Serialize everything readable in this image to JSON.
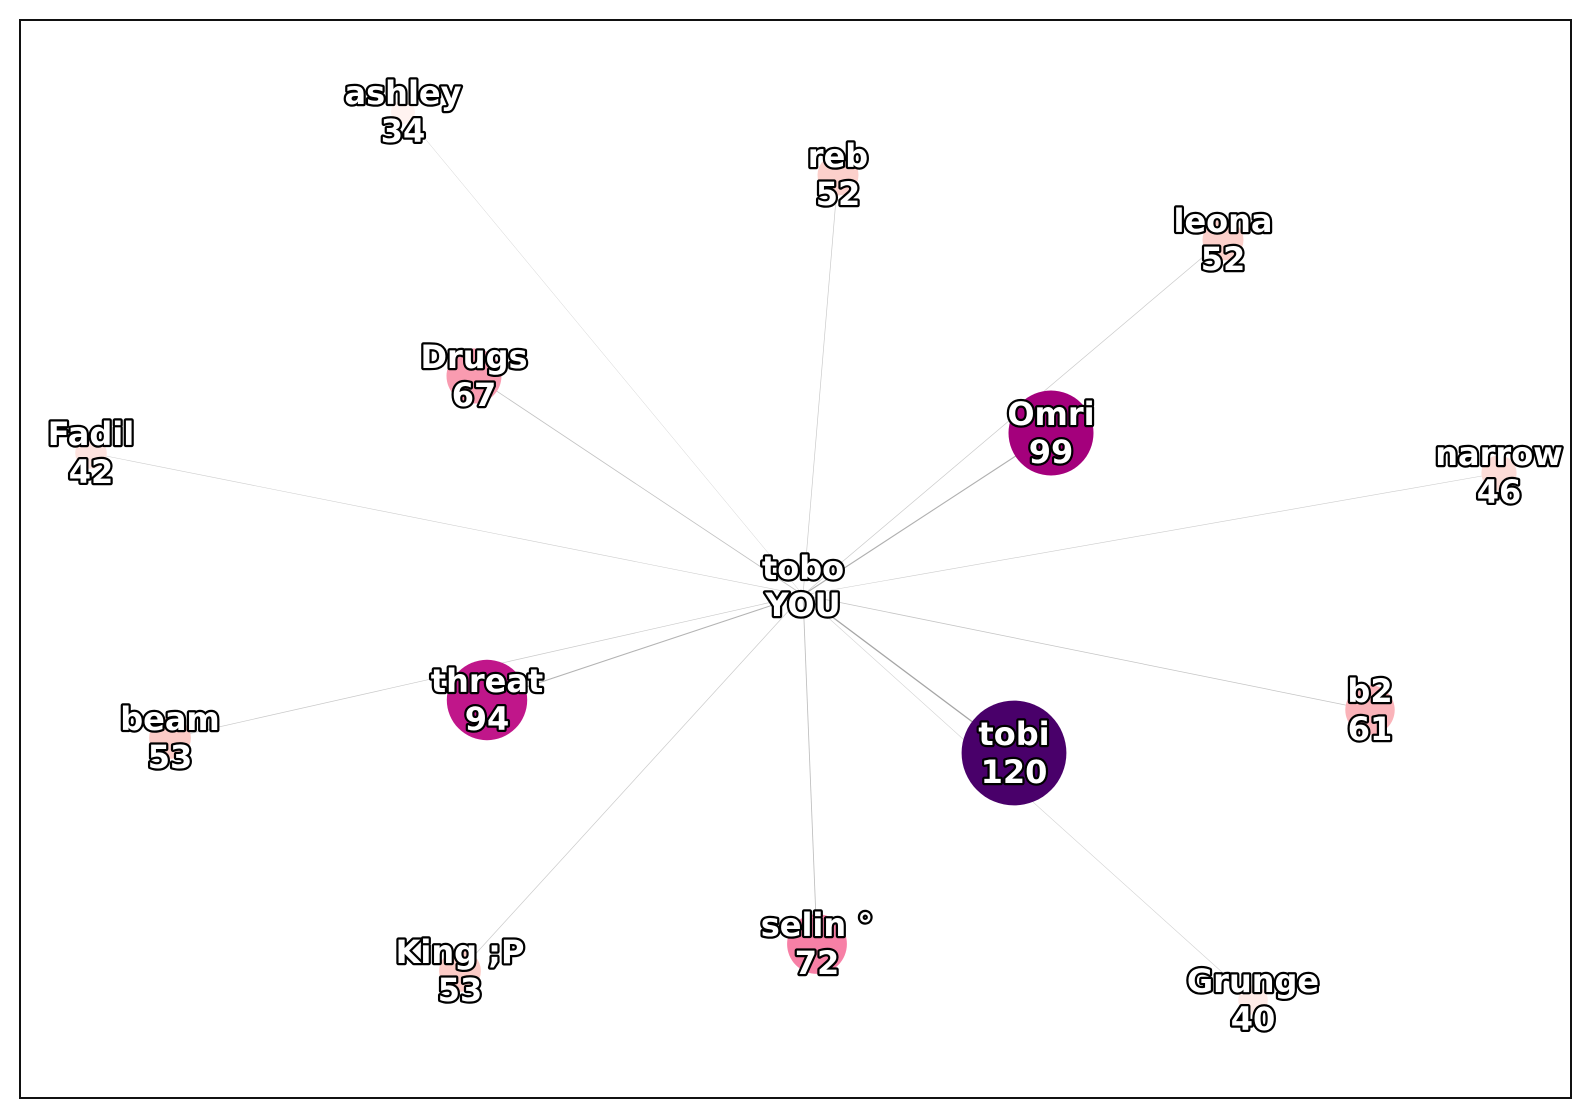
{
  "center": {
    "name": "tobo",
    "tag": "YOU"
  },
  "nodes": [
    {
      "name": "ashley",
      "value": 34,
      "color": "#fff3f0"
    },
    {
      "name": "reb",
      "value": 52,
      "color": "#fcd0cb"
    },
    {
      "name": "leona",
      "value": 52,
      "color": "#fcd0cb"
    },
    {
      "name": "Drugs",
      "value": 67,
      "color": "#f99bb0"
    },
    {
      "name": "Omri",
      "value": 99,
      "color": "#a4007c"
    },
    {
      "name": "Fadil",
      "value": 42,
      "color": "#fde3df"
    },
    {
      "name": "narrow",
      "value": 46,
      "color": "#fddcd7"
    },
    {
      "name": "threat",
      "value": 94,
      "color": "#c0168a"
    },
    {
      "name": "beam",
      "value": 53,
      "color": "#fccbc6"
    },
    {
      "name": "b2",
      "value": 61,
      "color": "#fab3b9"
    },
    {
      "name": "tobi",
      "value": 120,
      "color": "#49006a"
    },
    {
      "name": "King ;P",
      "value": 53,
      "color": "#fccbc6"
    },
    {
      "name": "selin °",
      "value": 72,
      "color": "#f780a6"
    },
    {
      "name": "Grunge",
      "value": 40,
      "color": "#feebe7"
    }
  ]
}
